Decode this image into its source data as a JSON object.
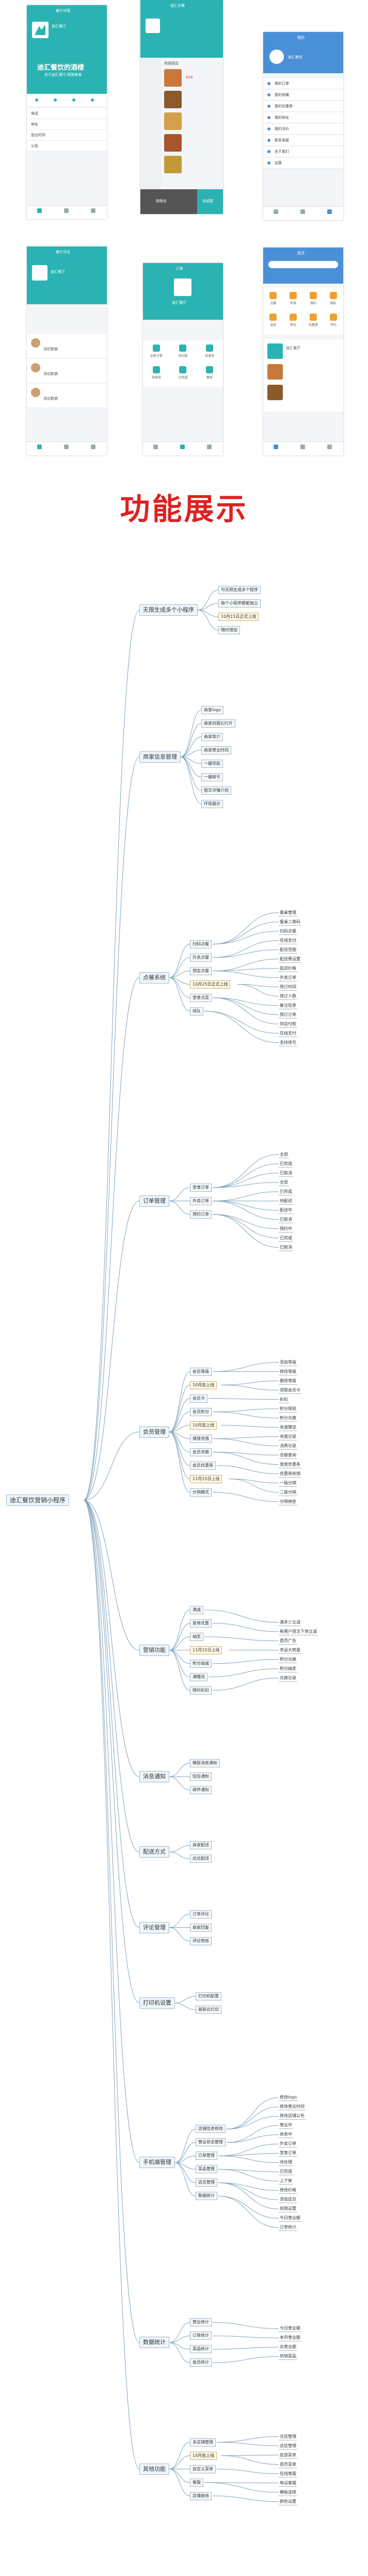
{
  "screens": {
    "s1": {
      "title": "餐厅详情",
      "shop": "迪汇餐厅",
      "banner": "迪汇餐饮的酒楼",
      "banner_sub": "关于迪汇餐厅·精致美食",
      "tab": "简介",
      "phone_label": "电话",
      "address_label": "地址",
      "hours_label": "营业时间",
      "notice_label": "公告"
    },
    "s2": {
      "title": "迪汇点餐",
      "menu_title": "热销菜品",
      "cart": "购物车",
      "checkout": "去结算",
      "price": "¥28"
    },
    "s3": {
      "title": "我的",
      "user": "迪汇餐饮",
      "items": [
        "我的订单",
        "我的收藏",
        "我的优惠券",
        "我的地址",
        "我的评价",
        "联系客服",
        "关于我们",
        "设置"
      ]
    },
    "s4": {
      "title": "餐厅评论",
      "shop": "迪汇餐厅",
      "reviews": [
        "测试数据",
        "测试数据",
        "测试数据"
      ]
    },
    "s5": {
      "title": "订单",
      "shop": "迪汇餐厅",
      "grid": [
        "全部订单",
        "待付款",
        "待发货",
        "待收货",
        "已完成",
        "售后"
      ]
    },
    "s6": {
      "title": "首页",
      "grid": [
        "点餐",
        "外卖",
        "预约",
        "排队",
        "会员",
        "积分",
        "优惠券",
        "评价"
      ],
      "shop": "迪汇餐厅"
    }
  },
  "header": {
    "title": "功能展示"
  },
  "mindmap": {
    "root": "迪汇餐饮营销小程序",
    "branches": [
      {
        "label": "无限生成多个小程序",
        "children": [
          "可无限生成多个程序",
          "每个小程序都能独立",
          "10月15日正式上线",
          "随时增加"
        ]
      },
      {
        "label": "商家信息管理",
        "children": [
          "商家logo",
          "商家封面幻灯片",
          "商家简介",
          "商家营业时间",
          "一键导航",
          "一键拨号",
          "图文详情介绍",
          "环境展示"
        ]
      },
      {
        "label": "点餐系统",
        "children": [
          "扫码点餐",
          "外卖点餐",
          "预定点餐",
          "10月25日正式上线",
          "堂食点菜",
          "排队"
        ],
        "sub": [
          "餐桌管理",
          "餐桌二维码",
          "扫码点餐",
          "在线支付",
          "配送范围",
          "配送费设置",
          "起送价格",
          "外卖订单",
          "预订时间",
          "预订人数",
          "备注信息",
          "预订订单",
          "到店付款",
          "在线支付",
          "支持排号"
        ]
      },
      {
        "label": "订单管理",
        "children": [
          "堂食订单",
          "外卖订单",
          "预约订单"
        ],
        "sub": [
          "全部",
          "已完成",
          "已取消",
          "全部",
          "已完成",
          "待配送",
          "配送中",
          "已取消",
          "预约中",
          "已完成",
          "已取消"
        ]
      },
      {
        "label": "会员管理",
        "children": [
          "会员等级",
          "10月底上线",
          "会员卡",
          "会员积分",
          "10月底上线",
          "储值充值",
          "会员余额",
          "会员优惠券",
          "11月15日上线",
          "分销模式"
        ],
        "sub": [
          "添加等级",
          "修改等级",
          "删除等级",
          "领取会员卡",
          "折扣",
          "积分规则",
          "积分兑换",
          "充值赠送",
          "充值记录",
          "消费记录",
          "余额查询",
          "发放优惠券",
          "优惠券核销",
          "一级分销",
          "二级分销",
          "分销佣金"
        ]
      },
      {
        "label": "营销功能",
        "children": [
          "满减",
          "首单优惠",
          "抽奖",
          "11月15日上线",
          "积分商城",
          "满赠送",
          "限时折扣"
        ],
        "sub": [
          "满多少立减",
          "新用户首次下单立减",
          "首页广告",
          "幸运大转盘",
          "积分兑换",
          "积分抽奖",
          "兑换记录"
        ]
      },
      {
        "label": "消息通知",
        "children": [
          "模版消息通知",
          "短信通知",
          "邮件通知"
        ]
      },
      {
        "label": "配送方式",
        "children": [
          "商家配送",
          "达达配送"
        ]
      },
      {
        "label": "评论管理",
        "children": [
          "订单评论",
          "商家回复",
          "评论审核"
        ]
      },
      {
        "label": "打印机设置",
        "children": [
          "打印机配置",
          "易联云打印"
        ]
      },
      {
        "label": "手机端管理",
        "children": [
          "店铺信息修改",
          "营业状态管理",
          "订单管理",
          "菜品管理",
          "店员管理",
          "数据统计"
        ],
        "sub": [
          "修改logo",
          "修改营业时间",
          "修改店铺公告",
          "营业中",
          "休息中",
          "外卖订单",
          "堂食订单",
          "待处理",
          "已完成",
          "上下架",
          "修改价格",
          "添加店员",
          "权限设置",
          "今日营业额",
          "订单统计"
        ]
      },
      {
        "label": "数据统计",
        "children": [
          "营业统计",
          "订单统计",
          "菜品统计",
          "会员统计"
        ],
        "sub": [
          "今日营业额",
          "本月营业额",
          "总营业额",
          "热销菜品"
        ]
      },
      {
        "label": "其他功能",
        "children": [
          "多店铺管理",
          "10月底上线",
          "自定义菜单",
          "客服",
          "店铺装修"
        ],
        "sub": [
          "分店管理",
          "总店管理",
          "底部菜单",
          "首页菜单",
          "在线客服",
          "电话客服",
          "模板选择",
          "颜色设置"
        ]
      }
    ]
  },
  "colors": {
    "teal": "#2bb3b3",
    "blue": "#4a90d9",
    "title_red": "#e02020"
  }
}
